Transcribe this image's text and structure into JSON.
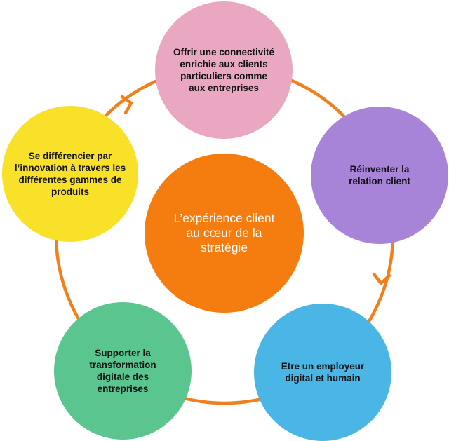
{
  "diagram": {
    "center": {
      "label": "L’expérience client au cœur de la stratégie",
      "color": "#f57d0f"
    },
    "cycle_color": "#f07f1c",
    "nodes": [
      {
        "id": "top",
        "label": "Offrir une connectivité enrichie aux clients particuliers comme aux entreprises",
        "color": "#e9a7c1"
      },
      {
        "id": "right",
        "label": "Réinventer la relation client",
        "color": "#a884d9"
      },
      {
        "id": "bottom_right",
        "label": "Etre un employeur digital et humain",
        "color": "#4ab6e6"
      },
      {
        "id": "bottom_left",
        "label": "Supporter la transformation digitale des entreprises",
        "color": "#5bc58f"
      },
      {
        "id": "left",
        "label": "Se différencier par l’innovation à travers les différentes gammes de produits",
        "color": "#f9e12a"
      }
    ]
  }
}
